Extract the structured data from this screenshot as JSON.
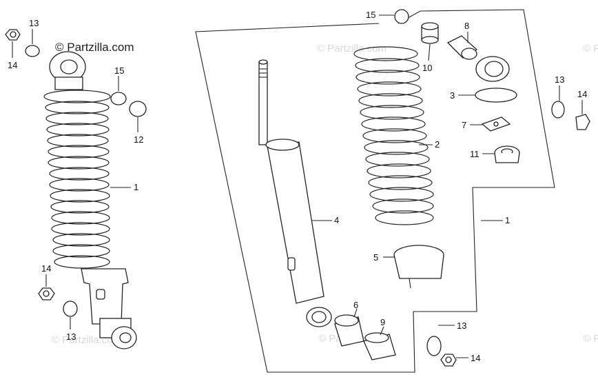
{
  "copyright": "© Partzilla.com",
  "watermark": "© Partzilla.com",
  "callouts": {
    "c13_top_left": "13",
    "c14_top_left": "14",
    "c15_left": "15",
    "c12": "12",
    "c1_left": "1",
    "c14_low_left": "14",
    "c13_low_left": "13",
    "c4": "4",
    "c15_top": "15",
    "c8": "8",
    "c10": "10",
    "c3": "3",
    "c7": "7",
    "c11": "11",
    "c2": "2",
    "c13_right": "13",
    "c14_right": "14",
    "c1_right": "1",
    "c5": "5",
    "c6": "6",
    "c9": "9",
    "c13_bottom": "13",
    "c14_bottom": "14"
  }
}
